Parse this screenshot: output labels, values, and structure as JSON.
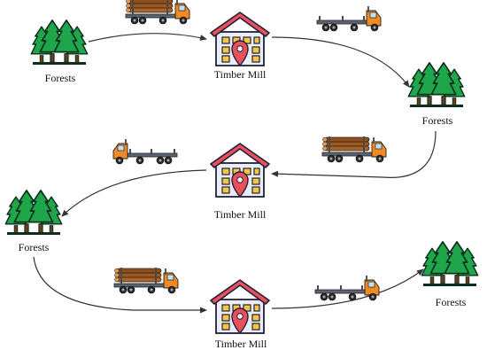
{
  "nodes": [
    {
      "id": "forest-1",
      "kind": "forest",
      "label": "Forests"
    },
    {
      "id": "mill-1",
      "kind": "mill",
      "label": "Timber Mill"
    },
    {
      "id": "forest-2",
      "kind": "forest",
      "label": "Forests"
    },
    {
      "id": "mill-2",
      "kind": "mill",
      "label": "Timber Mill"
    },
    {
      "id": "forest-3",
      "kind": "forest",
      "label": "Forests"
    },
    {
      "id": "mill-3",
      "kind": "mill",
      "label": "Timber Mill"
    },
    {
      "id": "forest-4",
      "kind": "forest",
      "label": "Forests"
    }
  ],
  "edges": [
    {
      "from": "forest-1",
      "to": "mill-1",
      "truck": "loaded"
    },
    {
      "from": "mill-1",
      "to": "forest-2",
      "truck": "empty"
    },
    {
      "from": "forest-2",
      "to": "mill-2",
      "truck": "loaded"
    },
    {
      "from": "mill-2",
      "to": "forest-3",
      "truck": "empty"
    },
    {
      "from": "forest-3",
      "to": "mill-3",
      "truck": "loaded"
    },
    {
      "from": "mill-3",
      "to": "forest-4",
      "truck": "empty"
    }
  ],
  "icons": {
    "forest": "pine-forest-icon",
    "mill": "timber-mill-building-icon",
    "loaded_truck": "log-truck-icon",
    "empty_truck": "empty-flatbed-truck-icon"
  },
  "colors": {
    "tree_green": "#1fa64a",
    "tree_outline": "#0b2f1c",
    "truck_cab": "#f08a24",
    "log_brown": "#9a5a24",
    "building_body": "#e9e9f5",
    "roof": "#e8505b",
    "window": "#f5c842",
    "pin": "#e8505b",
    "arrow": "#333333"
  }
}
